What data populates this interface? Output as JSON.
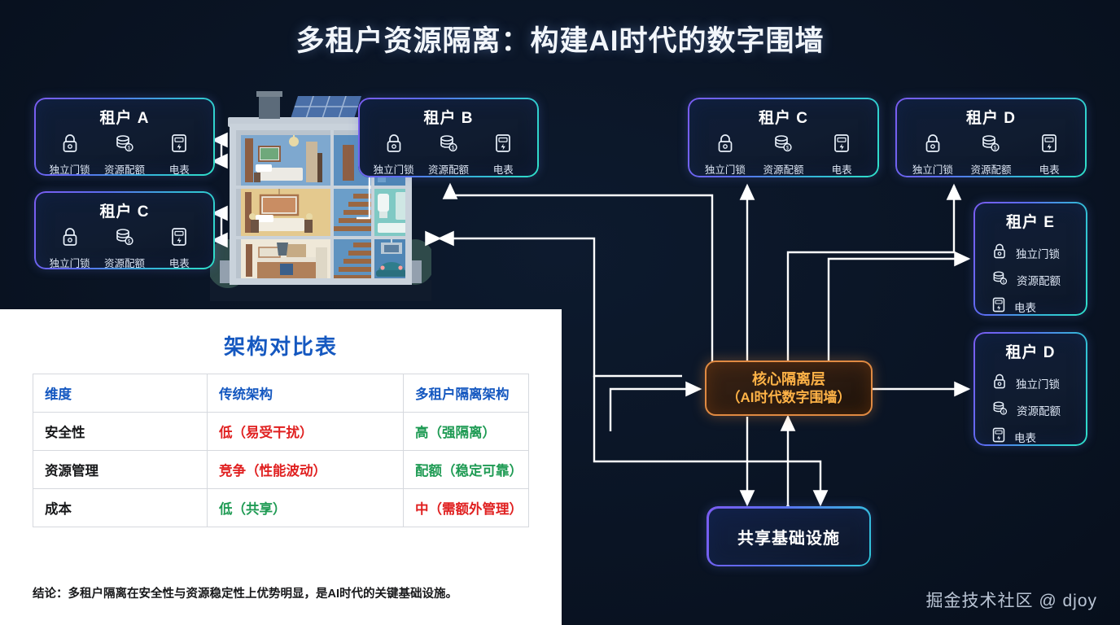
{
  "title": "多租户资源隔离：构建AI时代的数字围墙",
  "colors": {
    "background": "#0a1424",
    "tenant_border_start": "#7b5cf0",
    "tenant_border_end": "#2fe0c8",
    "core_accent": "#e08a42",
    "core_text": "#ffb347",
    "table_heading": "#1558c0",
    "value_bad": "#e02020",
    "value_good": "#1f9b54",
    "connector": "#ffffff"
  },
  "features": {
    "lock": {
      "label": "独立门锁",
      "icon": "lock-icon"
    },
    "quota": {
      "label": "资源配额",
      "icon": "database-quota-icon"
    },
    "meter": {
      "label": "电表",
      "icon": "electric-meter-icon"
    }
  },
  "tenants": [
    {
      "id": "a",
      "name": "租户 A",
      "layout": "horizontal",
      "features": [
        {
          "icon": "lock-icon",
          "label": "独立门锁"
        },
        {
          "icon": "database-quota-icon",
          "label": "资源配额"
        },
        {
          "icon": "electric-meter-icon",
          "label": "电表"
        }
      ]
    },
    {
      "id": "c-left",
      "name": "租户 C",
      "layout": "horizontal",
      "features": [
        {
          "icon": "lock-icon",
          "label": "独立门锁"
        },
        {
          "icon": "database-quota-icon",
          "label": "资源配额"
        },
        {
          "icon": "electric-meter-icon",
          "label": "电表"
        }
      ]
    },
    {
      "id": "b",
      "name": "租户 B",
      "layout": "horizontal",
      "features": [
        {
          "icon": "lock-icon",
          "label": "独立门锁"
        },
        {
          "icon": "database-quota-icon",
          "label": "资源配额"
        },
        {
          "icon": "electric-meter-icon",
          "label": "电表"
        }
      ]
    },
    {
      "id": "c-right",
      "name": "租户 C",
      "layout": "horizontal",
      "features": [
        {
          "icon": "lock-icon",
          "label": "独立门锁"
        },
        {
          "icon": "database-quota-icon",
          "label": "资源配额"
        },
        {
          "icon": "electric-meter-icon",
          "label": "电表"
        }
      ]
    },
    {
      "id": "d-top",
      "name": "租户 D",
      "layout": "horizontal",
      "features": [
        {
          "icon": "lock-icon",
          "label": "独立门锁"
        },
        {
          "icon": "database-quota-icon",
          "label": "资源配额"
        },
        {
          "icon": "electric-meter-icon",
          "label": "电表"
        }
      ]
    },
    {
      "id": "e",
      "name": "租户 E",
      "layout": "vertical",
      "features": [
        {
          "icon": "lock-icon",
          "label": "独立门锁"
        },
        {
          "icon": "database-quota-icon",
          "label": "资源配额"
        },
        {
          "icon": "electric-meter-icon",
          "label": "电表"
        }
      ]
    },
    {
      "id": "d-bottom",
      "name": "租户 D",
      "layout": "vertical",
      "features": [
        {
          "icon": "lock-icon",
          "label": "独立门锁"
        },
        {
          "icon": "database-quota-icon",
          "label": "资源配额"
        },
        {
          "icon": "electric-meter-icon",
          "label": "电表"
        }
      ]
    }
  ],
  "core": {
    "line1": "核心隔离层",
    "line2": "（AI时代数字围墙）"
  },
  "infra": {
    "label": "共享基础设施"
  },
  "table": {
    "heading": "架构对比表",
    "columns": [
      "维度",
      "传统架构",
      "多租户隔离架构"
    ],
    "rows": [
      {
        "dimension": "安全性",
        "traditional": "低（易受干扰）",
        "traditional_tone": "bad",
        "isolated": "高（强隔离）",
        "isolated_tone": "good"
      },
      {
        "dimension": "资源管理",
        "traditional": "竞争（性能波动）",
        "traditional_tone": "bad",
        "isolated": "配额（稳定可靠）",
        "isolated_tone": "good"
      },
      {
        "dimension": "成本",
        "traditional": "低（共享）",
        "traditional_tone": "good",
        "isolated": "中（需额外管理）",
        "isolated_tone": "bad"
      }
    ],
    "conclusion": "结论：多租户隔离在安全性与资源稳定性上优势明显，是AI时代的关键基础设施。"
  },
  "watermark": "掘金技术社区 @ djoy",
  "illustration": {
    "name": "house-cutaway-illustration",
    "floors": 3
  }
}
